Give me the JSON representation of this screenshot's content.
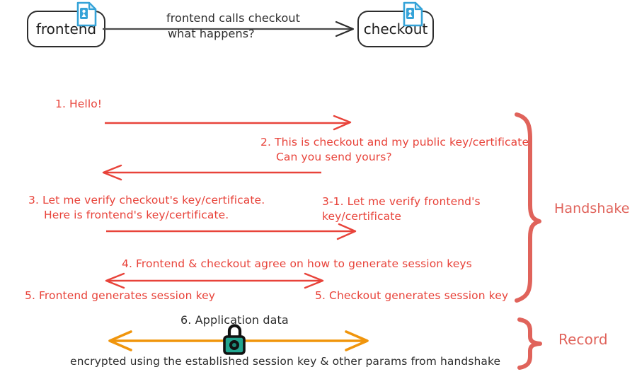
{
  "palette": {
    "ink": "#2d2d2d",
    "message_red": "#e8433a",
    "brace_red": "#e0635b",
    "record_orange": "#f0950c",
    "lock_teal": "#22a58f",
    "doc_blue": "#35a3d8"
  },
  "nodes": {
    "frontend_label": "frontend",
    "checkout_label": "checkout"
  },
  "call": {
    "line1": "frontend calls checkout",
    "line2": "what happens?"
  },
  "handshake": {
    "brace_label": "Handshake",
    "msg1": "1. Hello!",
    "msg2_line1": "2. This is checkout and my public key/certificate,",
    "msg2_line2": "Can you send yours?",
    "msg3_line1": "3. Let me verify checkout's key/certificate.",
    "msg3_line2": "Here is frontend's key/certificate.",
    "msg3_1_line1": "3-1. Let me verify frontend's",
    "msg3_1_line2": "key/certificate",
    "msg4": "4. Frontend & checkout agree on how to generate session keys",
    "msg5_left": "5. Frontend generates session key",
    "msg5_right": "5. Checkout generates session key"
  },
  "record": {
    "brace_label": "Record",
    "msg6": "6. Application data",
    "note": "encrypted using the established session key & other params from handshake"
  }
}
